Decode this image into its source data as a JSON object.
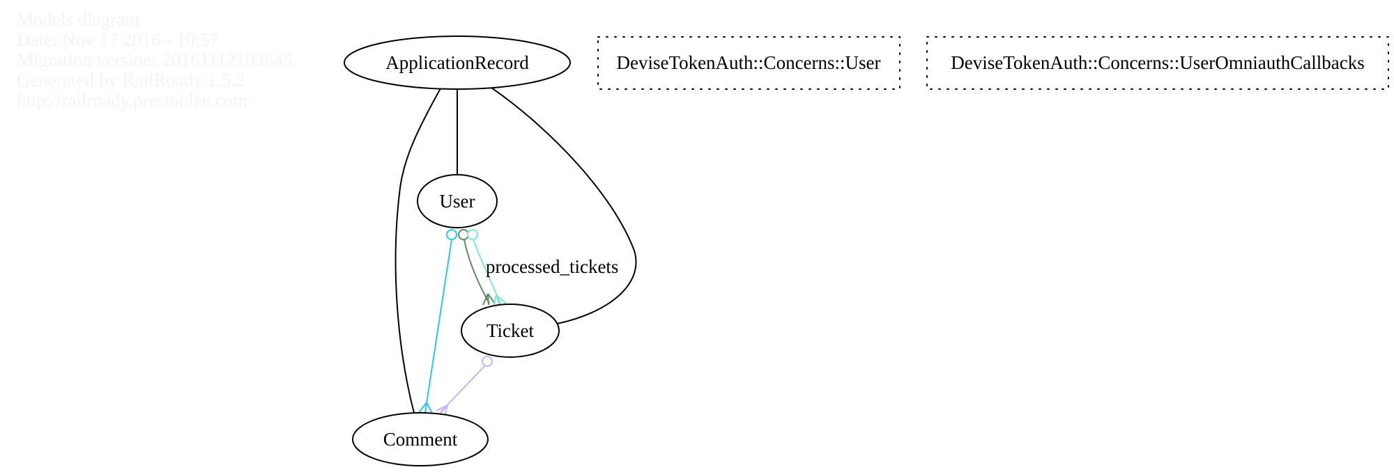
{
  "diagram": {
    "meta": {
      "title": "Models diagram",
      "date": "Date: Nov 17 2016 - 10:57",
      "version": "Migration version: 20161112103645",
      "generator": "Generated by RailRoady 1.5.2",
      "url": "http://railroady.prestonlee.com"
    },
    "nodes": {
      "application_record": "ApplicationRecord",
      "user": "User",
      "ticket": "Ticket",
      "comment": "Comment"
    },
    "modules": {
      "concerns_user": "DeviseTokenAuth::Concerns::User",
      "concerns_omniauth": "DeviseTokenAuth::Concerns::UserOmniauthCallbacks"
    },
    "edge_labels": {
      "processed_tickets": "processed_tickets"
    },
    "colors": {
      "user_comments": "#2ec6e0",
      "user_tickets": "#5f8a62",
      "user_processed_tickets": "#7fe6d6",
      "ticket_comments": "#c5b3ec",
      "line": "#000000",
      "meta_text": "#f4f4f4"
    },
    "edge_styles": {
      "relation_start": "odot",
      "relation_end": "crow"
    }
  }
}
